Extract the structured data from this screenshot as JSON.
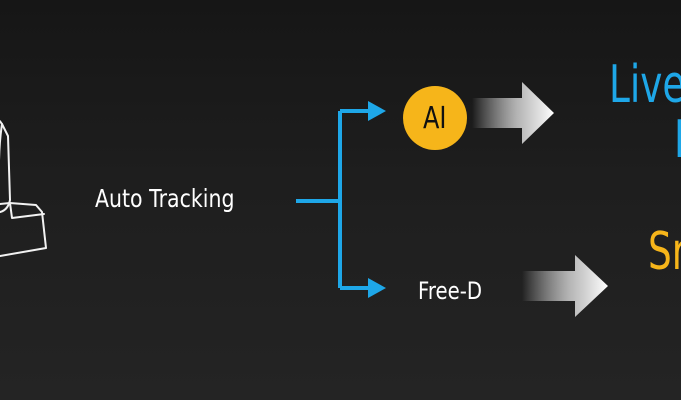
{
  "diagram": {
    "source_label": "Auto Tracking",
    "branch_top_label": "AI",
    "branch_bottom_label": "Free-D",
    "output_top_line1": "Live",
    "output_top_line2": "I",
    "output_bottom": "Sr"
  },
  "colors": {
    "background": "#1b1b1b",
    "connector": "#1ea7e8",
    "ai_badge": "#f6b51a",
    "output_top": "#1ea7e8",
    "output_bottom": "#f6b51a",
    "text": "#ffffff"
  },
  "icons": {
    "device": "ptz-camera-outline-icon",
    "flow_arrow": "gradient-arrow-icon"
  }
}
